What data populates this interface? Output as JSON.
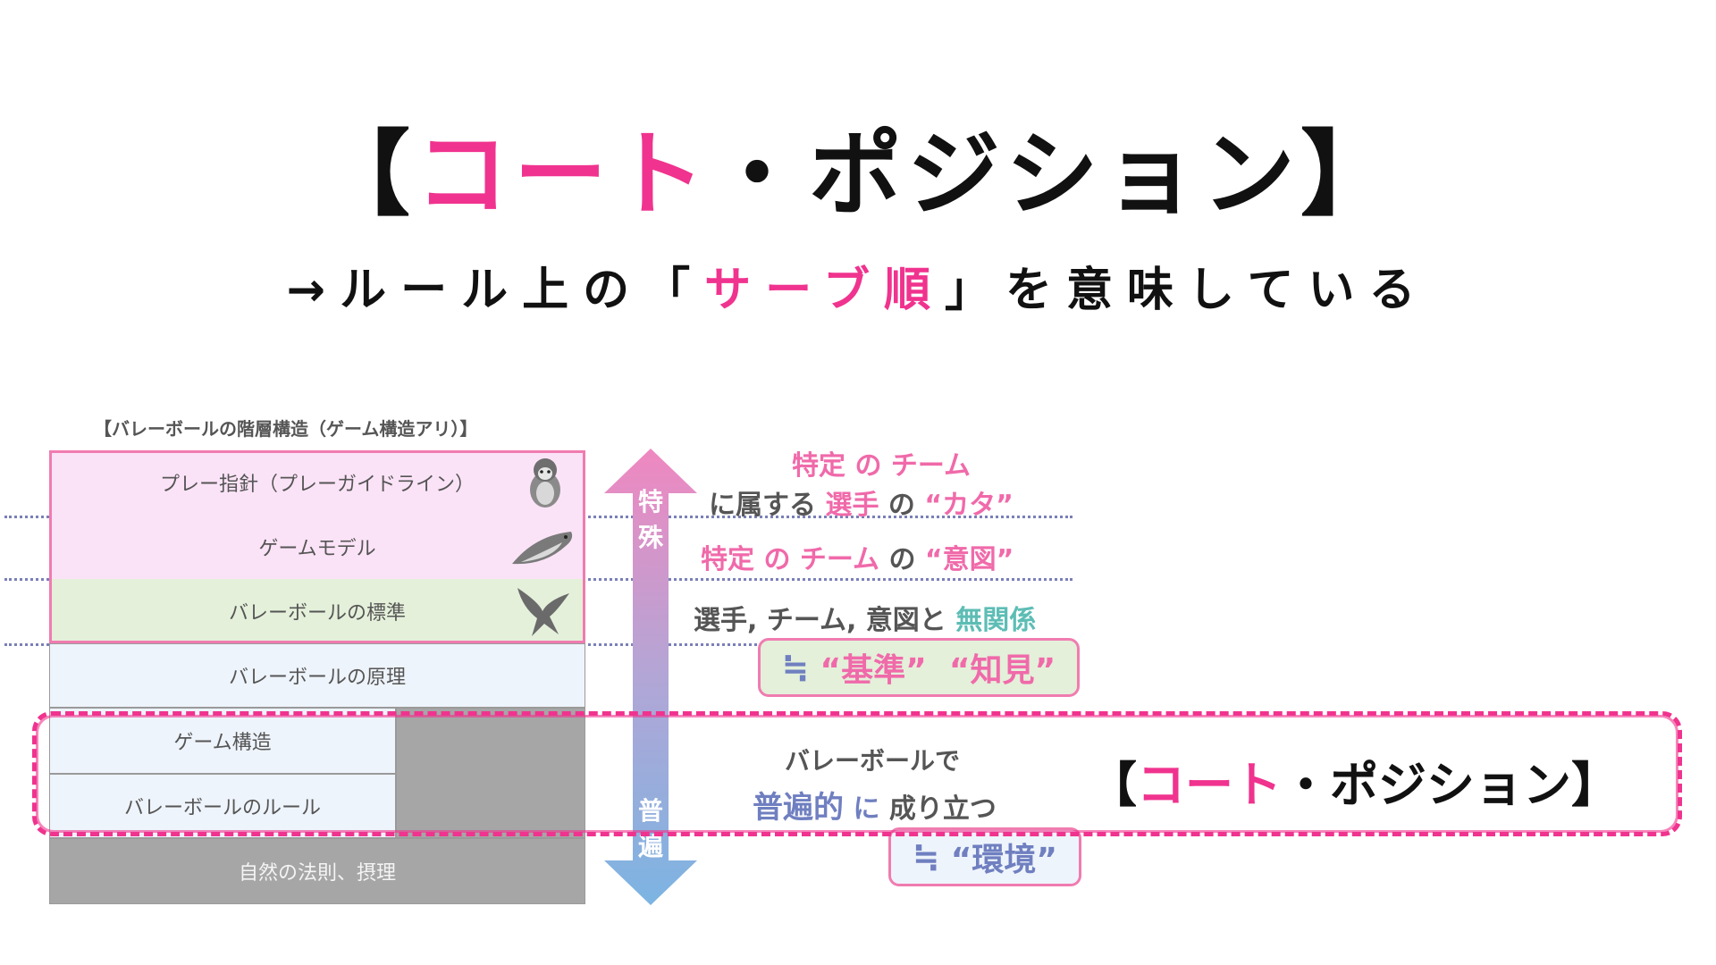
{
  "title": {
    "open": "【",
    "accent": "コート",
    "rest": "・ポジション",
    "close": "】"
  },
  "subtitle": {
    "lead": "→ルール上の「",
    "accent": "サーブ順",
    "tail": "」を意味している"
  },
  "diagram": {
    "caption": "【バレーボールの階層構造（ゲーム構造アリ）】",
    "layers": [
      {
        "label": "プレー指針（プレーガイドライン）",
        "icon": "penguin-chick-icon"
      },
      {
        "label": "ゲームモデル",
        "icon": "penguin-icon"
      },
      {
        "label": "バレーボールの標準",
        "icon": "eagle-icon"
      },
      {
        "label": "バレーボールの原理"
      },
      {
        "label": "ゲーム構造"
      },
      {
        "label": "バレーボールのルール"
      },
      {
        "label": "自然の法則、摂理"
      }
    ],
    "colors": {
      "pink_fill": "#fbe3f7",
      "green_fill": "#e4f0da",
      "blue_fill": "#eef4fb",
      "gray_fill": "#a6a6a6",
      "frame": "#f07cb0",
      "highlight": "#f0338e"
    }
  },
  "axis": {
    "top": [
      "特",
      "殊"
    ],
    "bottom": [
      "普",
      "遍"
    ]
  },
  "right": {
    "line1": {
      "a": "特定",
      "b": "の",
      "c": "チーム"
    },
    "line2": {
      "a": "に属する",
      "b": "選手",
      "c": "の",
      "d": "“カタ”"
    },
    "line3": {
      "a": "特定",
      "b": "の",
      "c": "チーム",
      "d": "の",
      "e": "“意図”"
    },
    "line4": {
      "a": "選手, チーム, 意図と",
      "b": "無関係"
    },
    "box1": {
      "sym": "≒",
      "a": "“基準”",
      "b": "“知見”"
    },
    "line5": "バレーボールで",
    "line6": {
      "a": "普遍的",
      "b": "に",
      "c": "成り立つ"
    },
    "box2": {
      "sym": "≒",
      "a": "“環境”"
    },
    "highlight": {
      "open": "【",
      "accent": "コート",
      "rest": "・ポジション",
      "close": "】"
    }
  }
}
